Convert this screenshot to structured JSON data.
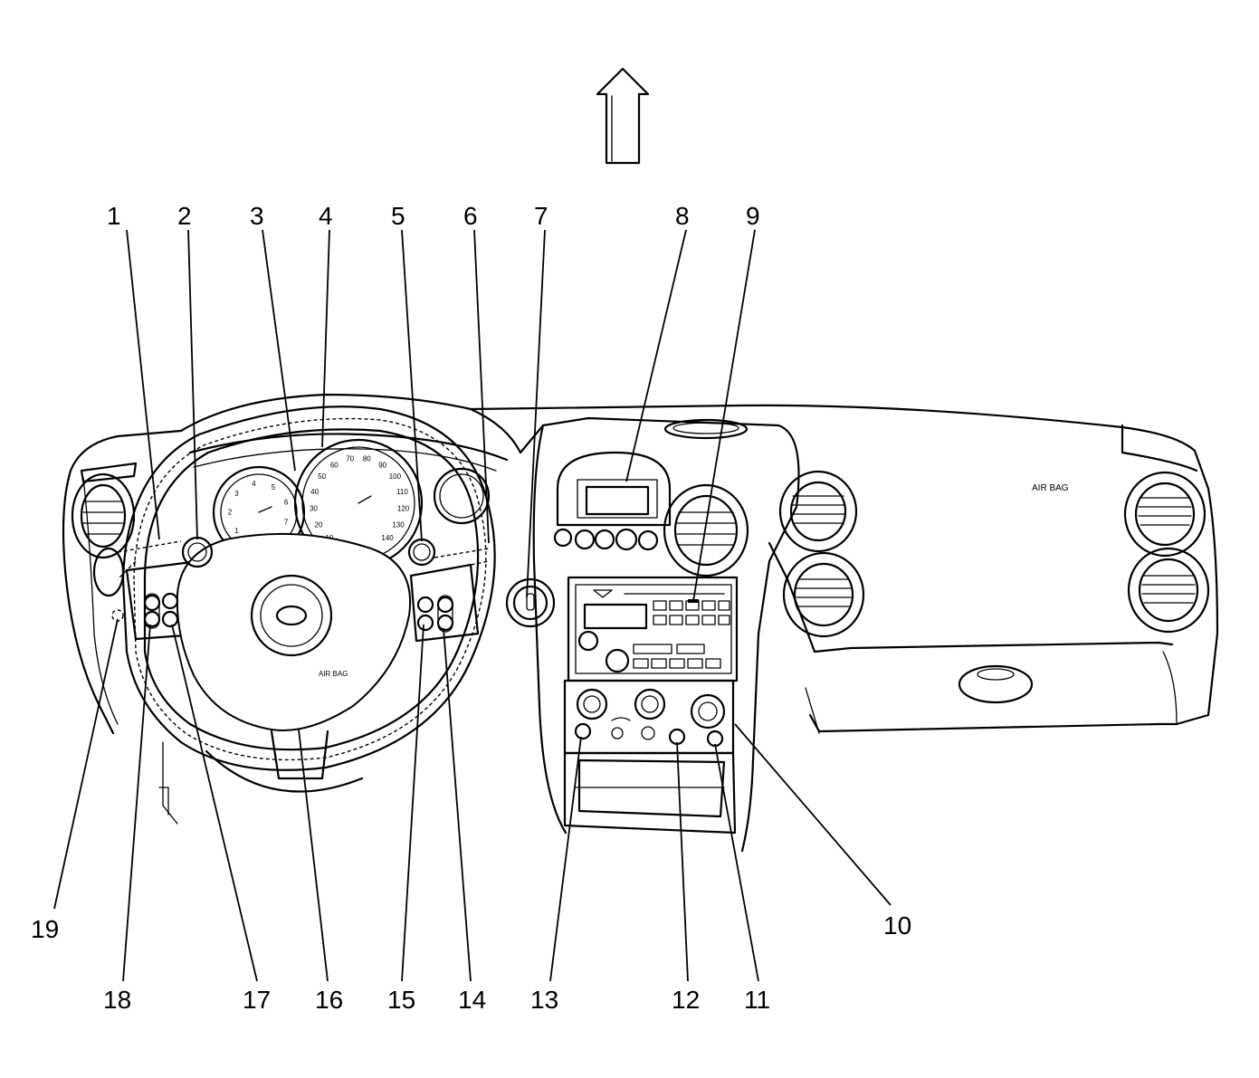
{
  "labels": {
    "airbag_dash": "AIR BAG",
    "airbag_wheel": "AIR BAG"
  },
  "callouts": [
    {
      "id": "1",
      "text": "1"
    },
    {
      "id": "2",
      "text": "2"
    },
    {
      "id": "3",
      "text": "3"
    },
    {
      "id": "4",
      "text": "4"
    },
    {
      "id": "5",
      "text": "5"
    },
    {
      "id": "6",
      "text": "6"
    },
    {
      "id": "7",
      "text": "7"
    },
    {
      "id": "8",
      "text": "8"
    },
    {
      "id": "9",
      "text": "9"
    },
    {
      "id": "10",
      "text": "10"
    },
    {
      "id": "11",
      "text": "11"
    },
    {
      "id": "12",
      "text": "12"
    },
    {
      "id": "13",
      "text": "13"
    },
    {
      "id": "14",
      "text": "14"
    },
    {
      "id": "15",
      "text": "15"
    },
    {
      "id": "16",
      "text": "16"
    },
    {
      "id": "17",
      "text": "17"
    },
    {
      "id": "18",
      "text": "18"
    },
    {
      "id": "19",
      "text": "19"
    }
  ],
  "speedometer_ticks": [
    "10",
    "20",
    "30",
    "40",
    "50",
    "60",
    "70",
    "80",
    "90",
    "100",
    "110",
    "120",
    "130",
    "140"
  ],
  "tachometer_ticks": [
    "1",
    "2",
    "3",
    "4",
    "5",
    "6",
    "7"
  ],
  "icons": [
    "forward-arrow-icon",
    "steering-wheel-icon",
    "ignition-switch-icon"
  ]
}
